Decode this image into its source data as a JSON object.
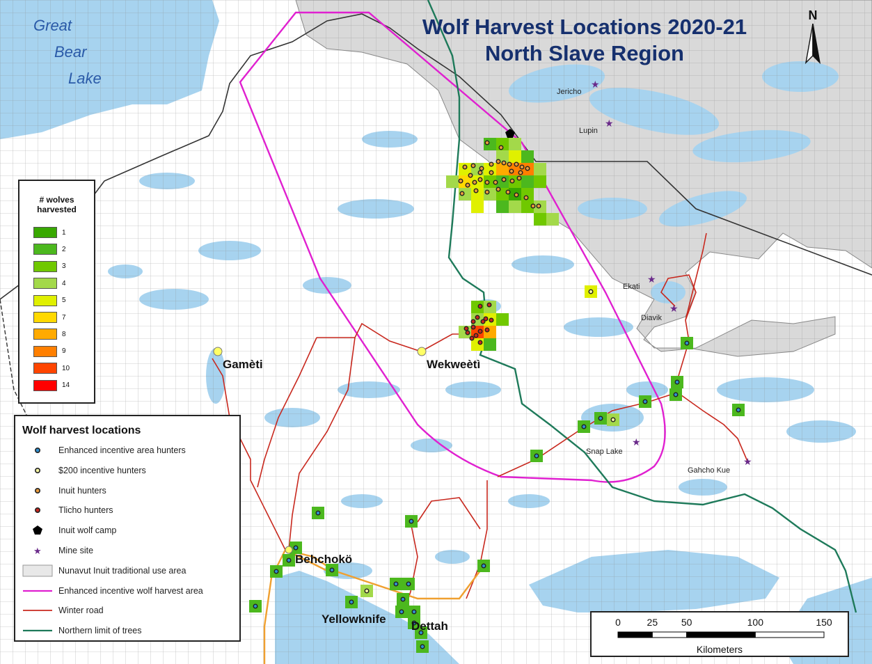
{
  "map": {
    "title_line1": "Wolf Harvest Locations 2020-21",
    "title_line2": "North Slave Region",
    "north_label": "N",
    "lake_label": [
      "Great",
      "Bear",
      "Lake"
    ],
    "towns": [
      "Gamèti",
      "Wekweètì",
      "Behchokö",
      "Yellowknife",
      "Dettah"
    ],
    "mine_sites": [
      "Jericho",
      "Lupin",
      "Ekati",
      "Diavik",
      "Snap Lake",
      "Gahcho Kue"
    ]
  },
  "count_legend": {
    "title_line1": "# wolves",
    "title_line2": "harvested",
    "classes": [
      {
        "value": "1",
        "color": "#38a800"
      },
      {
        "value": "2",
        "color": "#4cb81e"
      },
      {
        "value": "3",
        "color": "#70c800"
      },
      {
        "value": "4",
        "color": "#a3d94a"
      },
      {
        "value": "5",
        "color": "#e0f000"
      },
      {
        "value": "7",
        "color": "#ffd900"
      },
      {
        "value": "8",
        "color": "#ffaa00"
      },
      {
        "value": "9",
        "color": "#ff7f00"
      },
      {
        "value": "10",
        "color": "#ff4500"
      },
      {
        "value": "14",
        "color": "#ff0000"
      }
    ]
  },
  "harvest_legend": {
    "title": "Wolf harvest locations",
    "items": [
      {
        "label": "Enhanced incentive area hunters",
        "symbol": "dot-blue"
      },
      {
        "label": "$200 incentive hunters",
        "symbol": "dot-yellow"
      },
      {
        "label": "Inuit hunters",
        "symbol": "dot-orange"
      },
      {
        "label": "Tlicho hunters",
        "symbol": "dot-red"
      },
      {
        "label": "Inuit wolf camp",
        "symbol": "pentagon"
      },
      {
        "label": "Mine site",
        "symbol": "star"
      },
      {
        "label": "Nunavut Inuit traditional use area",
        "symbol": "area"
      },
      {
        "label": "Enhanced incentive wolf harvest area",
        "symbol": "magenta-line"
      },
      {
        "label": "Winter road",
        "symbol": "red-line"
      },
      {
        "label": "Northern limit of trees",
        "symbol": "green-line"
      }
    ]
  },
  "scale_bar": {
    "ticks": [
      "0",
      "25",
      "50",
      "100",
      "150"
    ],
    "tick_km": [
      0,
      25,
      50,
      100,
      150
    ],
    "unit": "Kilometers"
  },
  "colors": {
    "title": "#16306e",
    "water": "#a7d3ef",
    "land": "#ffffff",
    "nunavut_area": "#d9d9d9",
    "harvest_boundary": "#e020d0",
    "winter_road": "#c8281e",
    "tree_line": "#1e7a5a",
    "mine_star": "#6a2a8a",
    "highway": "#f0a030"
  }
}
